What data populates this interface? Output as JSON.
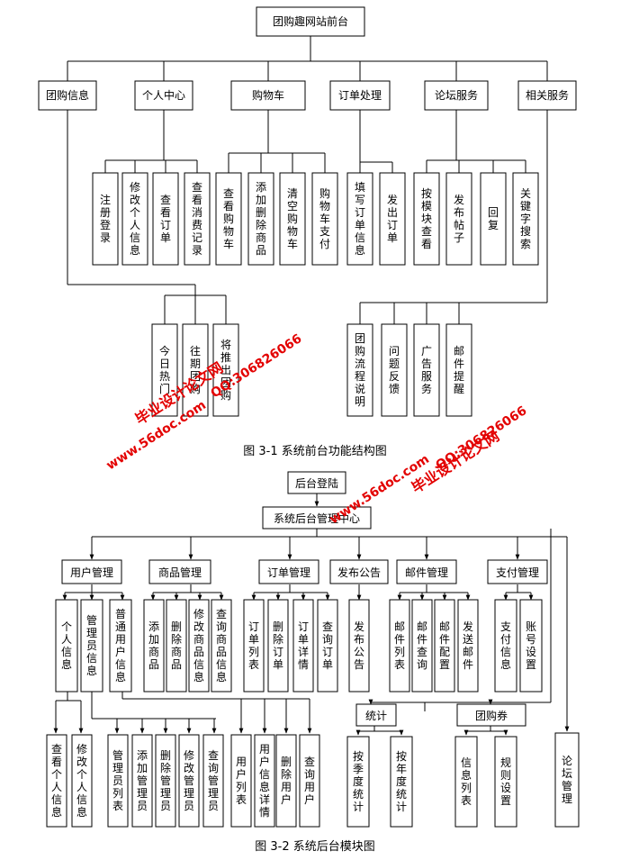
{
  "diagram1": {
    "root": "团购趣网站前台",
    "categories": [
      "团购信息",
      "个人中心",
      "购物车",
      "订单处理",
      "论坛服务",
      "相关服务"
    ],
    "leaves": {
      "personal": [
        "注册登录",
        "修改个人信息",
        "查看订单",
        "查看消费记录"
      ],
      "cart": [
        "查看购物车",
        "添加删除商品",
        "清空购物车",
        "购物车支付"
      ],
      "order": [
        "填写订单信息",
        "发出订单"
      ],
      "forum": [
        "按模块查看",
        "发布帖子",
        "回复",
        "关键字搜索"
      ],
      "groupinfo": [
        "今日热门",
        "往期团购",
        "将推出团购"
      ],
      "service": [
        "团购流程说明",
        "问题反馈",
        "广告服务",
        "邮件提醒"
      ]
    },
    "caption": "图 3-1   系统前台功能结构图"
  },
  "diagram2": {
    "login": "后台登陆",
    "center": "系统后台管理中心",
    "categories": [
      "用户管理",
      "商品管理",
      "订单管理",
      "发布公告",
      "邮件管理",
      "支付管理"
    ],
    "sub_categories": [
      "统计",
      "团购券"
    ],
    "standalone": "论坛管理",
    "leaves": {
      "user": [
        "个人信息",
        "管理员信息",
        "普通用户信息"
      ],
      "goods": [
        "添加商品",
        "删除商品",
        "修改商品信息",
        "查询商品信息"
      ],
      "order": [
        "订单列表",
        "删除订单",
        "订单详情",
        "查询订单"
      ],
      "notice": [
        "发布公告"
      ],
      "mail": [
        "邮件列表",
        "邮件查询",
        "邮件配置",
        "发送邮件"
      ],
      "pay": [
        "支付信息",
        "账号设置"
      ],
      "personal": [
        "查看个人信息",
        "修改个人信息"
      ],
      "admin": [
        "管理员列表",
        "添加管理员",
        "删除管理员",
        "修改管理员",
        "查询管理员"
      ],
      "normal": [
        "用户列表",
        "用户信息详情",
        "删除用户",
        "查询用户"
      ],
      "stats": [
        "按季度统计",
        "按年度统计"
      ],
      "coupon": [
        "信息列表",
        "规则设置"
      ]
    },
    "caption": "图 3-2 系统后台模块图"
  },
  "watermarks": {
    "text_site": "毕业设计论文网",
    "text_url": "www.56doc.com",
    "text_qq": "QQ:306826066",
    "color": "#e30000"
  }
}
